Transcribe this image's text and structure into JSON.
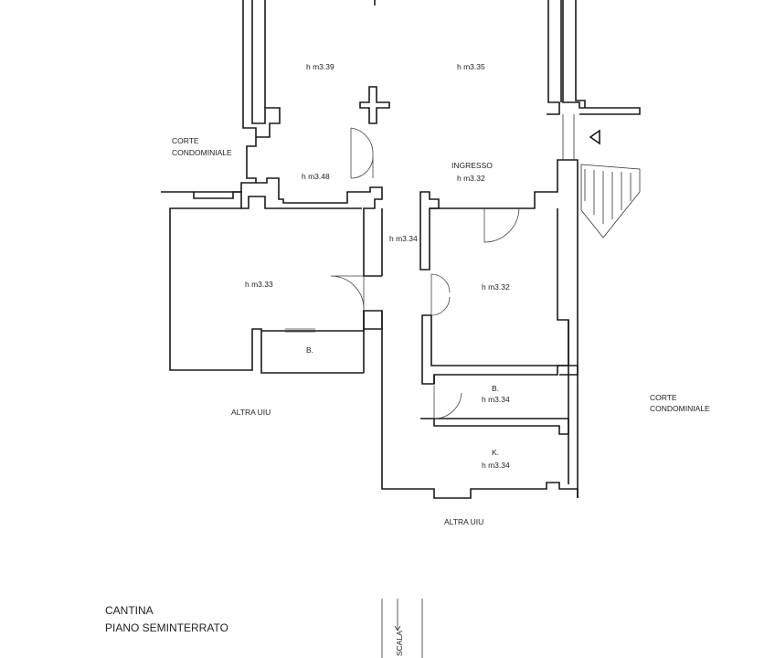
{
  "rooms": {
    "top_left_height": "h m3.39",
    "top_right_height": "h m3.35",
    "small_center_height": "h m3.48",
    "entrance_name": "INGRESSO",
    "entrance_height": "h m3.32",
    "corridor_height": "h m3.34",
    "left_room_height": "h m3.33",
    "left_bath_name": "B.",
    "right_room_height": "h m3.32",
    "right_bath_name": "B.",
    "right_bath_height": "h m3.34",
    "kitchen_name": "K.",
    "kitchen_height": "h m3.34"
  },
  "exterior": {
    "courtyard_left_line1": "CORTE",
    "courtyard_left_line2": "CONDOMINIALE",
    "courtyard_right_line1": "CORTE",
    "courtyard_right_line2": "CONDOMINIALE",
    "other_unit_left": "ALTRA UIU",
    "other_unit_bottom": "ALTRA UIU"
  },
  "title_block": {
    "line1": "CANTINA",
    "line2": "PIANO SEMINTERRATO"
  },
  "stair_label": "SCALA"
}
